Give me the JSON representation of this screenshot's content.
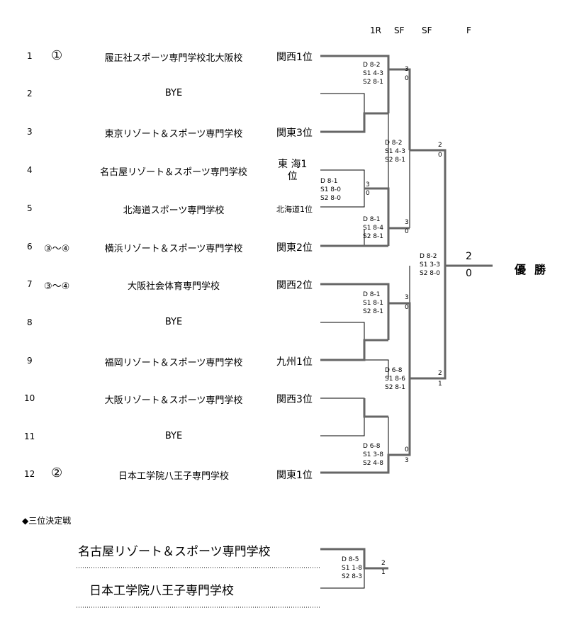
{
  "headers": [
    "1R",
    "SF",
    "SF",
    "F"
  ],
  "entries": [
    {
      "no": "1",
      "seed": "①",
      "school": "履正社スポーツ専門学校北大阪校",
      "qualifier": "関西1位"
    },
    {
      "no": "2",
      "seed": "",
      "school": "BYE",
      "qualifier": ""
    },
    {
      "no": "3",
      "seed": "",
      "school": "東京リゾート＆スポーツ専門学校",
      "qualifier": "関東3位"
    },
    {
      "no": "4",
      "seed": "",
      "school": "名古屋リゾート＆スポーツ専門学校",
      "qualifier": "東 海1\n位"
    },
    {
      "no": "5",
      "seed": "",
      "school": "北海道スポーツ専門学校",
      "qualifier": "北海道1位"
    },
    {
      "no": "6",
      "seed": "③～④",
      "school": "横浜リゾート＆スポーツ専門学校",
      "qualifier": "関東2位"
    },
    {
      "no": "7",
      "seed": "③～④",
      "school": "大阪社会体育専門学校",
      "qualifier": "関西2位"
    },
    {
      "no": "8",
      "seed": "",
      "school": "BYE",
      "qualifier": ""
    },
    {
      "no": "9",
      "seed": "",
      "school": "福岡リゾート＆スポーツ専門学校",
      "qualifier": "九州1位"
    },
    {
      "no": "10",
      "seed": "",
      "school": "大阪リゾート＆スポーツ専門学校",
      "qualifier": "関西3位"
    },
    {
      "no": "11",
      "seed": "",
      "school": "BYE",
      "qualifier": ""
    },
    {
      "no": "12",
      "seed": "②",
      "school": "日本工学院八王子専門学校",
      "qualifier": "関東1位"
    }
  ],
  "matches": {
    "m45": {
      "lines": [
        "D 8-1",
        "S1 8-0",
        "S2 8-0"
      ],
      "top": "3",
      "bottom": "0"
    },
    "m13": {
      "lines": [
        "D 8-2",
        "S1 4-3",
        "S2 8-1"
      ],
      "top": "3",
      "bottom": "0"
    },
    "m456": {
      "lines": [
        "D 8-1",
        "S1 8-4",
        "S2 8-1"
      ],
      "top": "3",
      "bottom": "0"
    },
    "m79": {
      "lines": [
        "D 8-1",
        "S1 8-1",
        "S2 8-1"
      ],
      "top": "3",
      "bottom": "0"
    },
    "m1012": {
      "lines": [
        "D 6-8",
        "S1 3-8",
        "S2 4-8"
      ],
      "top": "0",
      "bottom": "3"
    },
    "sf_top": {
      "lines": [
        "D 8-2",
        "S1 4-3",
        "S2 8-1"
      ],
      "top": "2",
      "bottom": "0"
    },
    "sf_bot": {
      "lines": [
        "D 6-8",
        "S1 8-6",
        "S2 8-1"
      ],
      "top": "2",
      "bottom": "1"
    },
    "final": {
      "lines": [
        "D 8-2",
        "S1 3-3",
        "S2 8-0"
      ],
      "top": "2",
      "bottom": "0"
    }
  },
  "champion_label": "優勝",
  "third_place": {
    "title": "◆三位決定戦",
    "school_a": "名古屋リゾート＆スポーツ専門学校",
    "school_b": "日本工学院八王子専門学校",
    "lines": [
      "D 8-5",
      "S1 1-8",
      "S2 8-3"
    ],
    "top": "2",
    "bottom": "1"
  },
  "colors": {
    "winner_line": "#666666",
    "line": "#000000"
  }
}
